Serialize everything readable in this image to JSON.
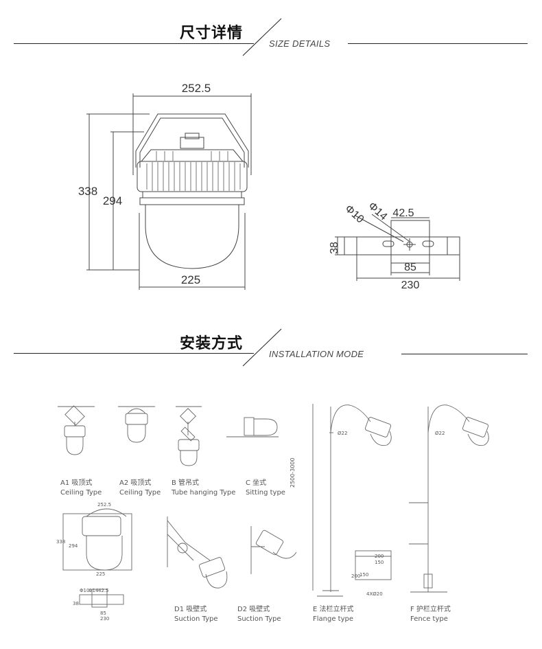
{
  "size_section": {
    "title_cn": "尺寸详情",
    "title_en": "SIZE DETAILS"
  },
  "install_section": {
    "title_cn": "安装方式",
    "title_en": "INSTALLATION MODE"
  },
  "lamp_dims": {
    "width_top": "252.5",
    "height_total": "338",
    "height_body": "294",
    "width_bottom": "225"
  },
  "bracket_dims": {
    "hole_small": "Φ10",
    "hole_large": "Φ14",
    "hole_spacing": "42.5",
    "height": "38",
    "inner_width": "85",
    "total_width": "230"
  },
  "modes": [
    {
      "cn": "A1 吸顶式",
      "en": "Ceiling  Type"
    },
    {
      "cn": "A2 吸顶式",
      "en": "Ceiling  Type"
    },
    {
      "cn": "B 管吊式",
      "en": "Tube hanging Type"
    },
    {
      "cn": "C 坐式",
      "en": "Sitting type"
    },
    {
      "cn": "D1 吸壁式",
      "en": "Suction Type"
    },
    {
      "cn": "D2 吸壁式",
      "en": "Suction Type"
    },
    {
      "cn": "E 法栏立杆式",
      "en": "Flange type"
    },
    {
      "cn": "F 护栏立杆式",
      "en": "Fence type"
    }
  ],
  "pole_dims": {
    "pipe_dia": "Ø22",
    "height_range": "2500-3000",
    "flange_w": "200",
    "flange_inner": "150",
    "flange_h": "200",
    "flange_h_inner": "150",
    "holes": "4XØ20"
  }
}
